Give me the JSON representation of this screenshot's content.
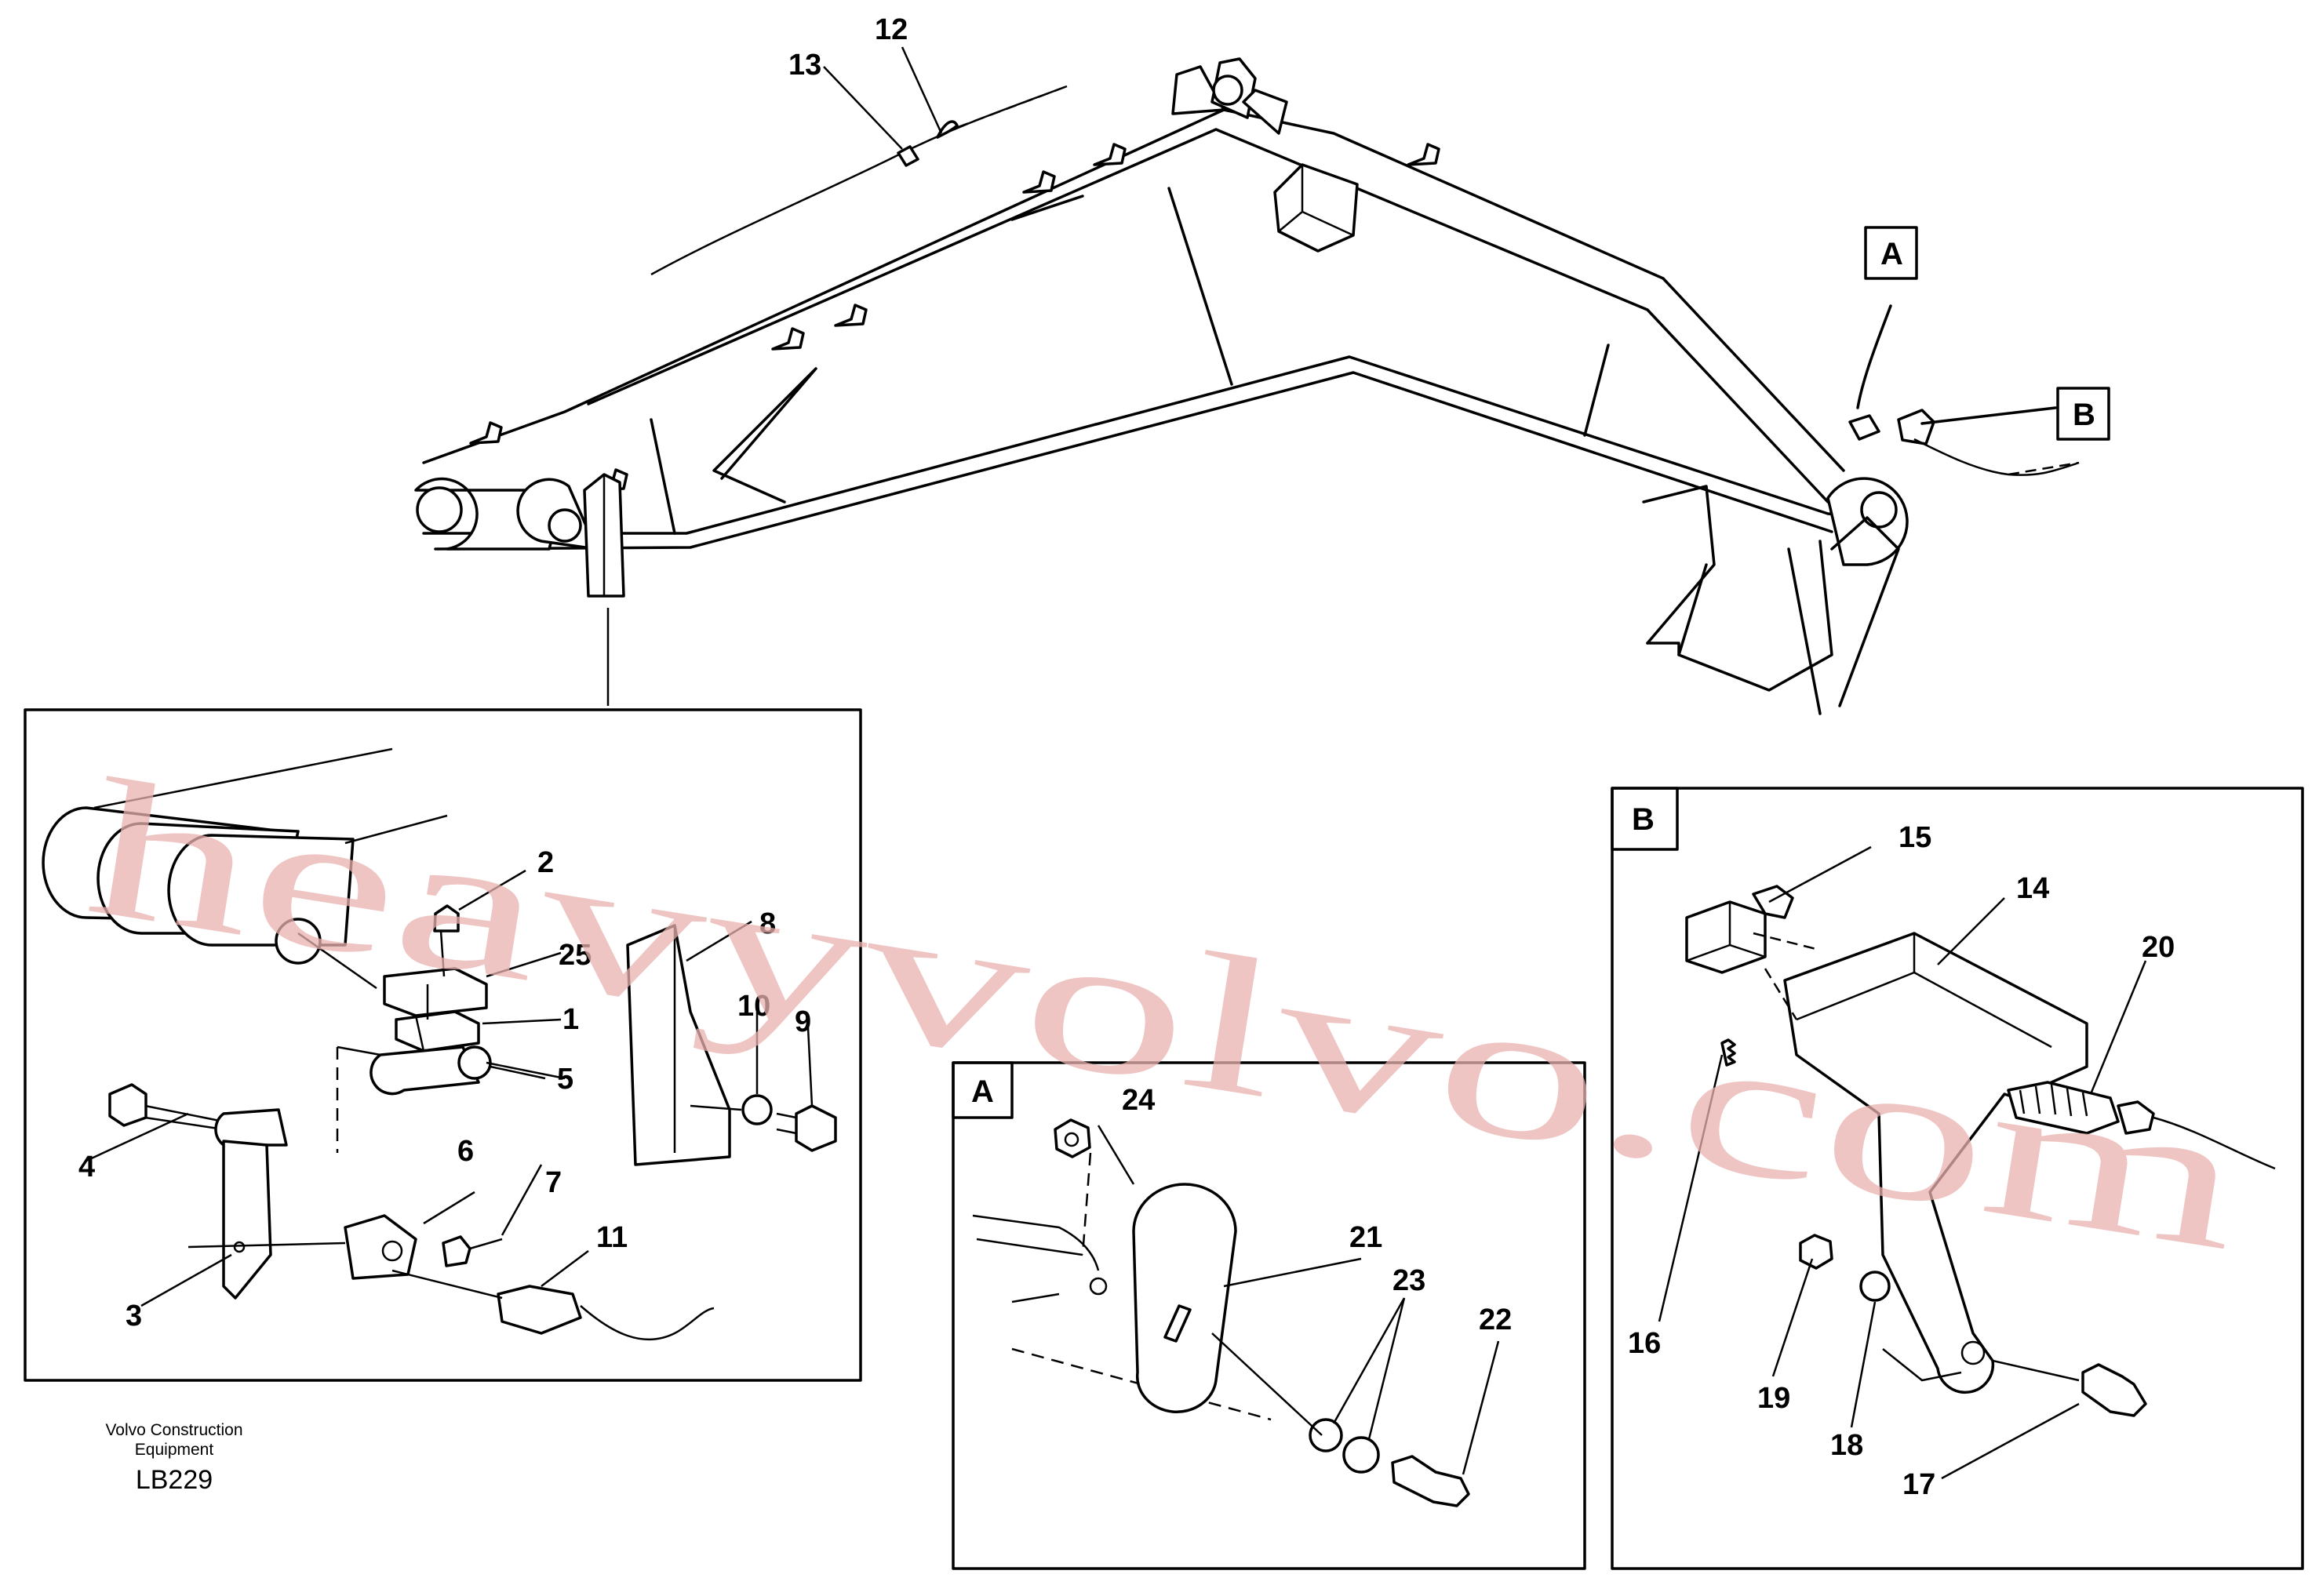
{
  "callouts": [
    {
      "id": "1",
      "label": "1"
    },
    {
      "id": "2",
      "label": "2"
    },
    {
      "id": "3",
      "label": "3"
    },
    {
      "id": "4",
      "label": "4"
    },
    {
      "id": "5",
      "label": "5"
    },
    {
      "id": "6",
      "label": "6"
    },
    {
      "id": "7",
      "label": "7"
    },
    {
      "id": "8",
      "label": "8"
    },
    {
      "id": "9",
      "label": "9"
    },
    {
      "id": "10",
      "label": "10"
    },
    {
      "id": "11",
      "label": "11"
    },
    {
      "id": "12",
      "label": "12"
    },
    {
      "id": "13",
      "label": "13"
    },
    {
      "id": "14",
      "label": "14"
    },
    {
      "id": "15",
      "label": "15"
    },
    {
      "id": "16",
      "label": "16"
    },
    {
      "id": "17",
      "label": "17"
    },
    {
      "id": "18",
      "label": "18"
    },
    {
      "id": "19",
      "label": "19"
    },
    {
      "id": "20",
      "label": "20"
    },
    {
      "id": "21",
      "label": "21"
    },
    {
      "id": "22",
      "label": "22"
    },
    {
      "id": "23",
      "label": "23"
    },
    {
      "id": "24",
      "label": "24"
    },
    {
      "id": "25",
      "label": "25"
    }
  ],
  "detail_views": {
    "a": {
      "label": "A"
    },
    "b": {
      "label": "B"
    }
  },
  "caption": {
    "line1": "Volvo Construction",
    "line2": "Equipment",
    "code": "LB229"
  },
  "watermark": "heavyvolvo.com"
}
